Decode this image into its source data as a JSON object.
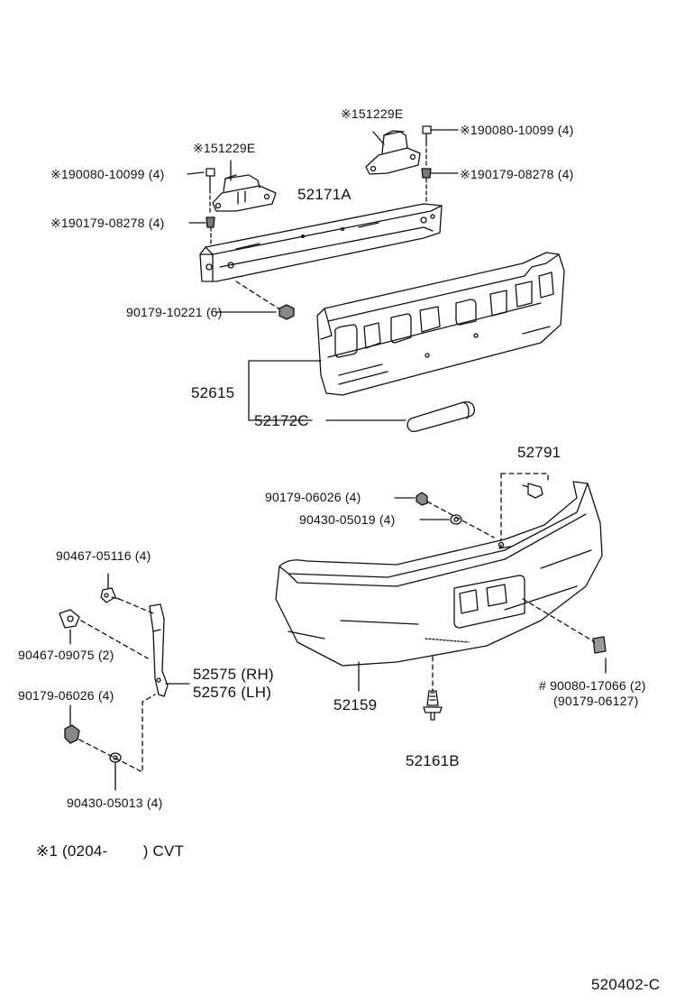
{
  "labels": {
    "p51229E_top": "※151229E",
    "p190080_top": "※190080-10099 (4)",
    "p190179_top": "※190179-08278 (4)",
    "p51229E_left": "※151229E",
    "p190080_left": "※190080-10099 (4)",
    "p52171A": "52171A",
    "p190179_left": "※190179-08278 (4)",
    "p90179_10221": "90179-10221 (6)",
    "p52615": "52615",
    "p52172C": "52172C",
    "p52791": "52791",
    "p90179_06026_a": "90179-06026 (4)",
    "p90430_05019": "90430-05019 (4)",
    "p90467_05116": "90467-05116 (4)",
    "p90467_09075": "90467-09075 (2)",
    "p52575": "52575 (RH)",
    "p52576": "52576 (LH)",
    "p90179_06026_b": "90179-06026 (4)",
    "p52159": "52159",
    "p90080_17066": "# 90080-17066 (2)",
    "p90179_06127": "(90179-06127)",
    "p52161B": "52161B",
    "p90430_05013": "90430-05013 (4)",
    "footnote": "※1 (0204-        ) CVT",
    "figure_code": "520402-C"
  }
}
